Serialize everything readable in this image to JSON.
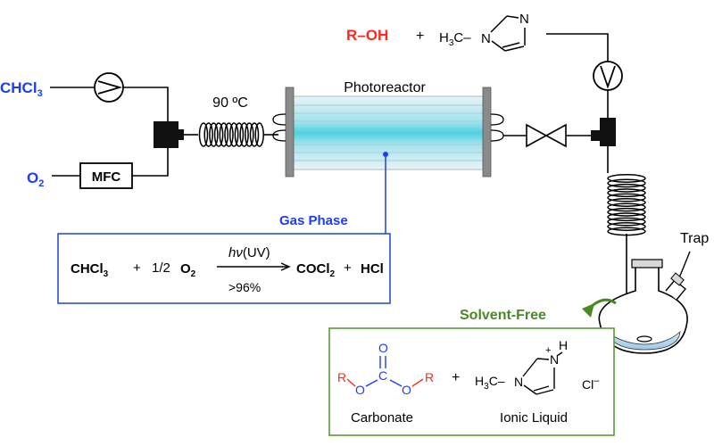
{
  "inputs": {
    "chcl3": "CHCl",
    "chcl3_sub": "3",
    "o2": "O",
    "o2_sub": "2",
    "mfc": "MFC"
  },
  "heater_temp": "90 ºC",
  "photoreactor_label": "Photoreactor",
  "gas_phase_label": "Gas Phase",
  "reaction": {
    "r1": "CHCl",
    "r1_sub": "3",
    "plus1": "+",
    "coef": "1/2",
    "r2": "O",
    "r2_sub": "2",
    "hv": "hν",
    "hv_cond": "(UV)",
    "yield": ">96%",
    "p1": "COCl",
    "p1_sub": "2",
    "plus2": "+",
    "p2": "HCl"
  },
  "top_reagents": {
    "roh": "R–OH",
    "plus": "+",
    "methyl": "H",
    "methyl_sub": "3",
    "methyl_c": "C–",
    "n_left": "N",
    "n_right": "N"
  },
  "trap_label": "Trap",
  "solvent_free_label": "Solvent-Free",
  "products": {
    "carbonate_label": "Carbonate",
    "ionic_liquid_label": "Ionic Liquid",
    "plus": "+",
    "r_left": "R",
    "r_right": "R",
    "o_left": "O",
    "o_right": "O",
    "o_top": "O",
    "c_center": "C",
    "methyl": "H",
    "methyl_sub": "3",
    "methyl_c": "C–",
    "n_left": "N",
    "n_right": "N",
    "n_charge": "+",
    "h": "H",
    "chloride": "Cl",
    "chloride_charge": "–"
  },
  "colors": {
    "blue": "#1a3cff",
    "red": "#ff2a1a",
    "green": "#4a8a25",
    "box_blue": "#2a4fd8",
    "box_green": "#5c9a3a",
    "tube_cyan": "#4fd0e0"
  }
}
